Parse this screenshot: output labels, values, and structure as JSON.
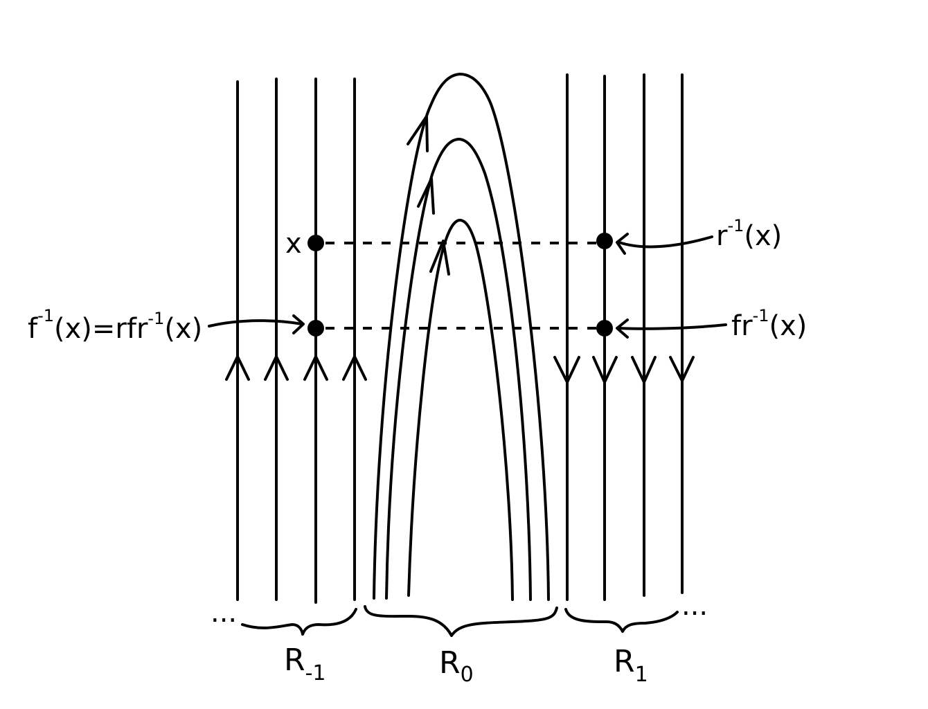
{
  "labels": {
    "x": "x",
    "finv_base": "f",
    "finv_sup": "-1",
    "finv_rest": "(x)=rfr",
    "finv_sup2": "-1",
    "finv_tail": "(x)",
    "rinv_base": "r",
    "rinv_sup": "-1",
    "rinv_tail": "(x)",
    "frinv_base": "fr",
    "frinv_sup": "-1",
    "frinv_tail": "(x)",
    "ellipsis_left": "...",
    "ellipsis_right": "..."
  },
  "regions": {
    "left": {
      "base": "R",
      "sub": "-1"
    },
    "middle": {
      "base": "R",
      "sub": "0"
    },
    "right": {
      "base": "R",
      "sub": "1"
    }
  },
  "colors": {
    "ink": "#000000",
    "background": "#ffffff"
  }
}
